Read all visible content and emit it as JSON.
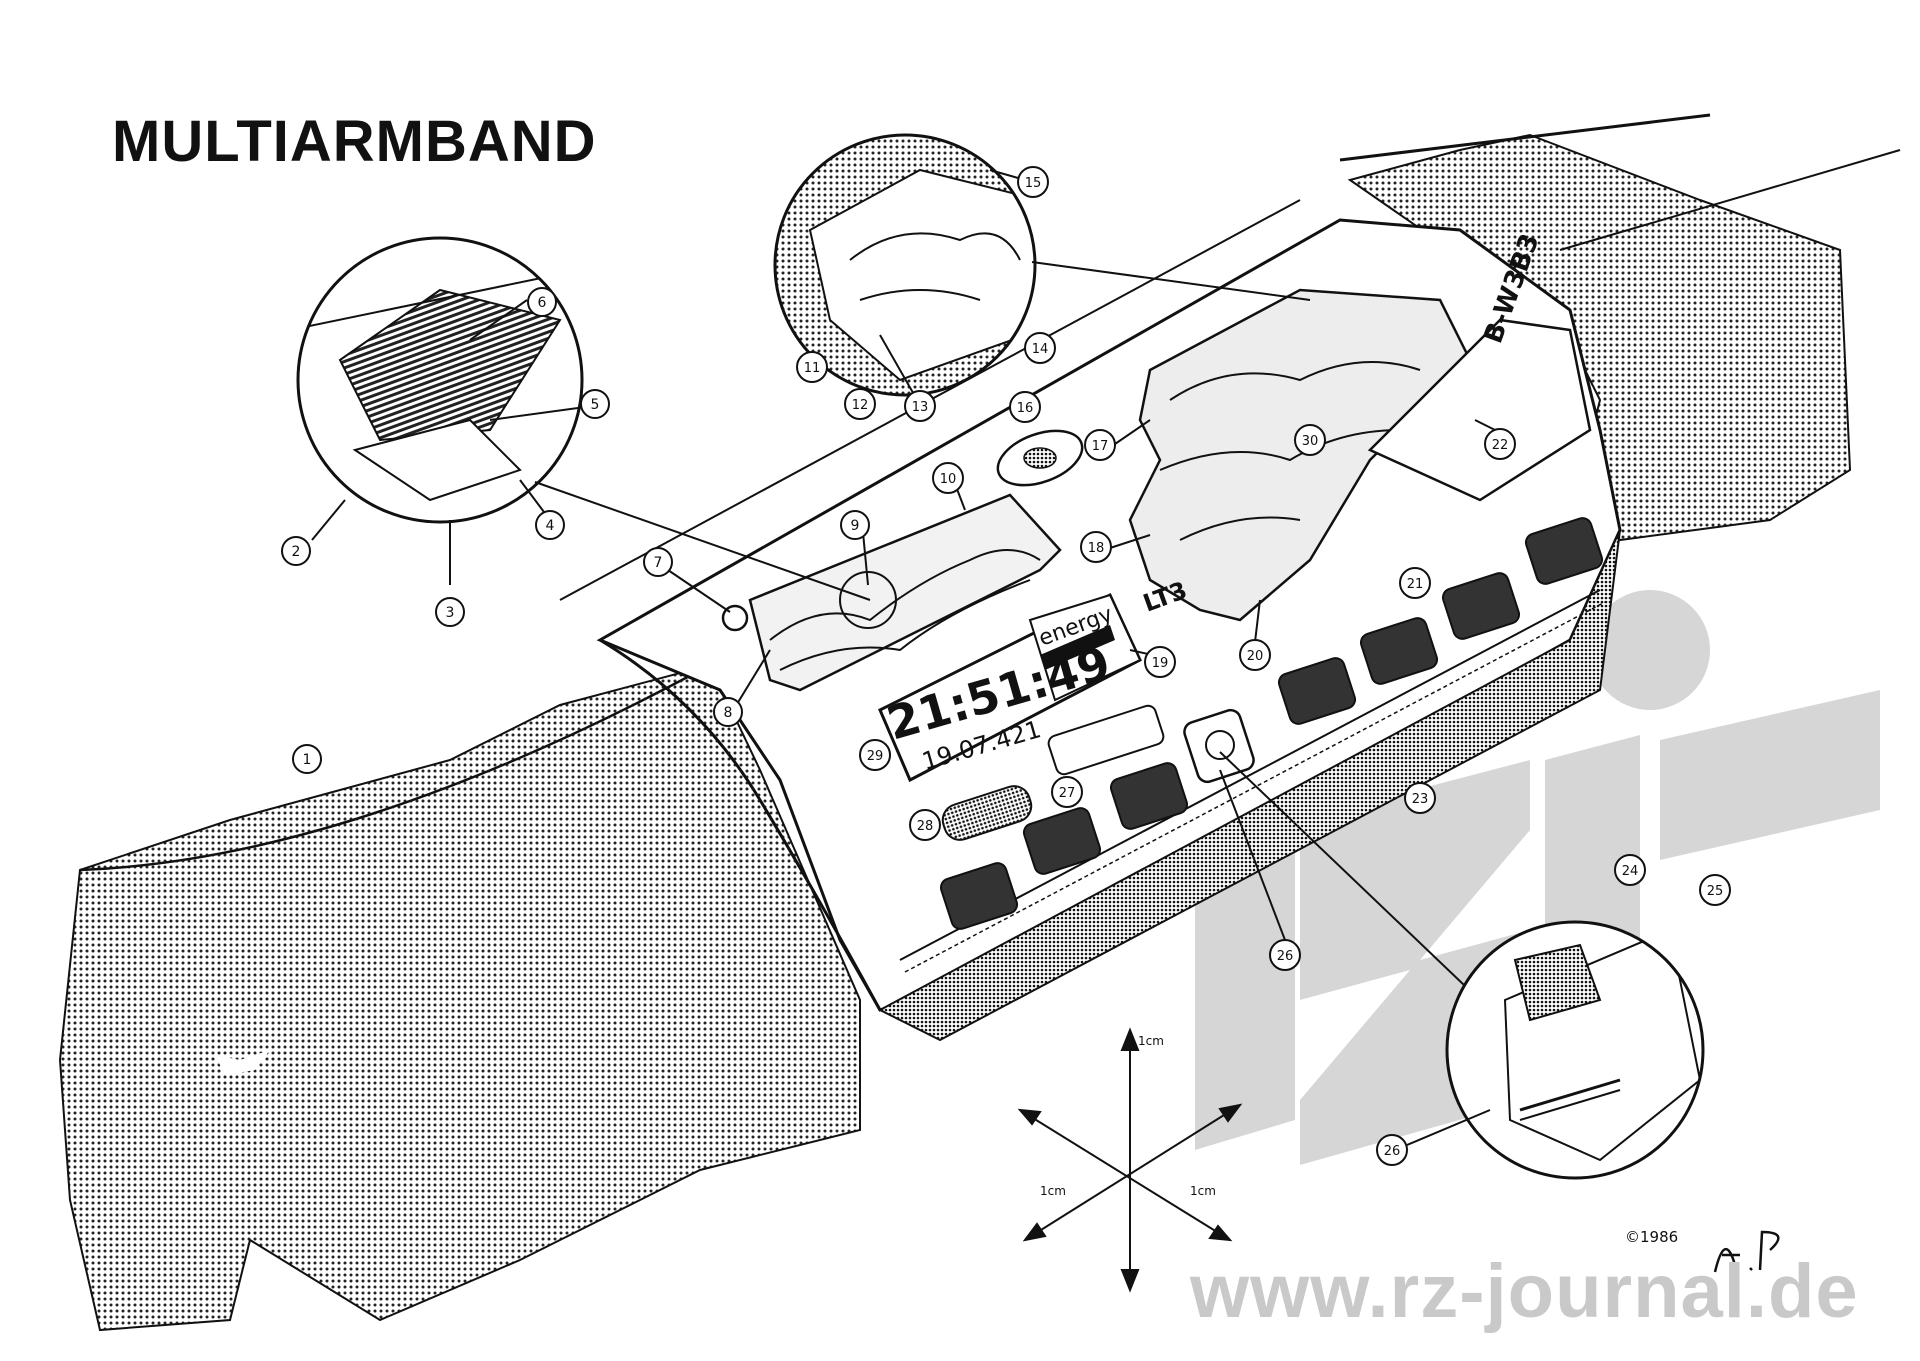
{
  "title": "MULTIARMBAND",
  "callouts": [
    "1",
    "2",
    "3",
    "4",
    "5",
    "6",
    "7",
    "8",
    "9",
    "10",
    "11",
    "12",
    "13",
    "14",
    "15",
    "16",
    "17",
    "18",
    "19",
    "20",
    "21",
    "22",
    "23",
    "24",
    "25",
    "26",
    "27",
    "28",
    "29",
    "30",
    "26"
  ],
  "device": {
    "model_label": "LT3",
    "side_code": "B-W3B3",
    "time": "21:51:49",
    "date": "19.07.421",
    "energy_label": "energy"
  },
  "scale": {
    "unit_up": "1cm",
    "unit_left": "1cm",
    "unit_right": "1cm"
  },
  "copyright": "©1986",
  "signature": "A. P.",
  "watermark": {
    "logo": "rzj",
    "url": "www.rz-journal.de"
  },
  "colors": {
    "ink": "#111111",
    "paper": "#ffffff",
    "watermark": "#d0d0d0"
  }
}
